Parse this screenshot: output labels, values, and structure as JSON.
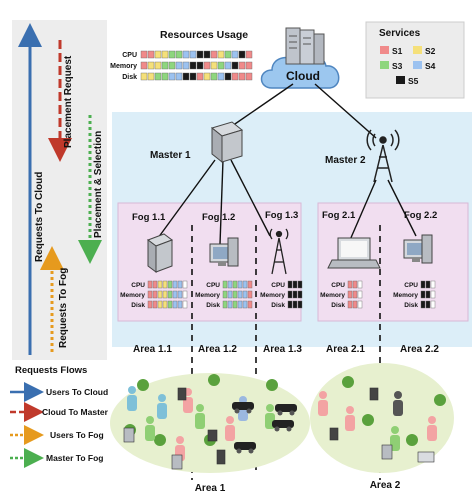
{
  "resources_usage": {
    "title": "Resources Usage",
    "labels": [
      "CPU",
      "Memory",
      "Disk"
    ]
  },
  "cloud": {
    "label": "Cloud"
  },
  "services": {
    "title": "Services",
    "items": [
      {
        "label": "S1",
        "color": "#f08a8a"
      },
      {
        "label": "S2",
        "color": "#f5e07a"
      },
      {
        "label": "S3",
        "color": "#8ed67e"
      },
      {
        "label": "S4",
        "color": "#9cc2f0"
      },
      {
        "label": "S5",
        "color": "#1a1a1a"
      }
    ]
  },
  "left_panel": {
    "requests_to_cloud": "Requests To Cloud",
    "placement_request": "Placement Request",
    "placement_selection": "Placement & Selection",
    "requests_to_fog": "Requests To Fog"
  },
  "masters": [
    "Master 1",
    "Master 2"
  ],
  "fogs": [
    "Fog 1.1",
    "Fog 1.2",
    "Fog 1.3",
    "Fog 2.1",
    "Fog 2.2"
  ],
  "resource_labels": [
    "CPU",
    "Memory",
    "Disk"
  ],
  "areas": {
    "sub": [
      "Area 1.1",
      "Area 1.2",
      "Area 1.3",
      "Area 2.1",
      "Area 2.2"
    ],
    "main": [
      "Area 1",
      "Area 2"
    ]
  },
  "request_flows": {
    "title": "Requests Flows",
    "items": [
      {
        "label": "Users To Cloud",
        "color": "#3a6fb0"
      },
      {
        "label": "Cloud To Master",
        "color": "#c0392b"
      },
      {
        "label": "Users To Fog",
        "color": "#e69a1e"
      },
      {
        "label": "Master To Fog",
        "color": "#4caf50"
      }
    ]
  },
  "colors": {
    "master_region": "#dceef8",
    "fog_region": "#f1def0",
    "area_ellipse": "#e7f0cf"
  }
}
